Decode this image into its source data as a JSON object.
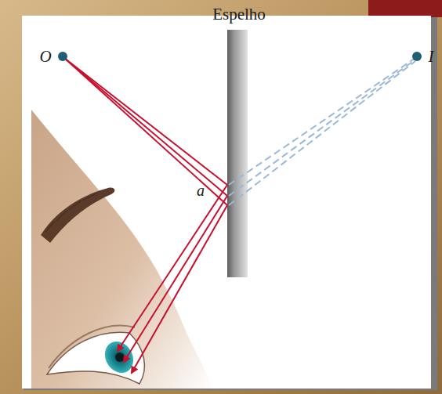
{
  "diagram": {
    "labels": [
      "Espelho",
      "O",
      "I",
      "a"
    ]
  }
}
